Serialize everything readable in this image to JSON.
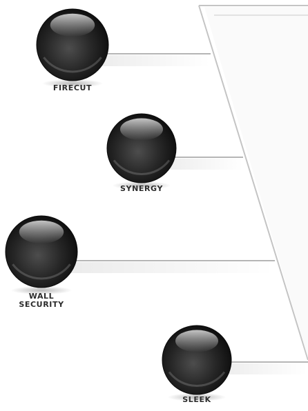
{
  "nodes": [
    {
      "id": "firecut",
      "lines": [
        "FIRECUT"
      ]
    },
    {
      "id": "synergy",
      "lines": [
        "SYNERGY"
      ]
    },
    {
      "id": "wall-security",
      "lines": [
        "WALL",
        "SECURITY"
      ]
    },
    {
      "id": "sleek",
      "lines": [
        "SLEEK"
      ]
    }
  ],
  "colors": {
    "connector": "#b5b5b5",
    "frame": "#c4c4c4",
    "sphere_dark": "#141414",
    "sphere_mid": "#3a3a3a",
    "label": "#2b2b2b"
  }
}
